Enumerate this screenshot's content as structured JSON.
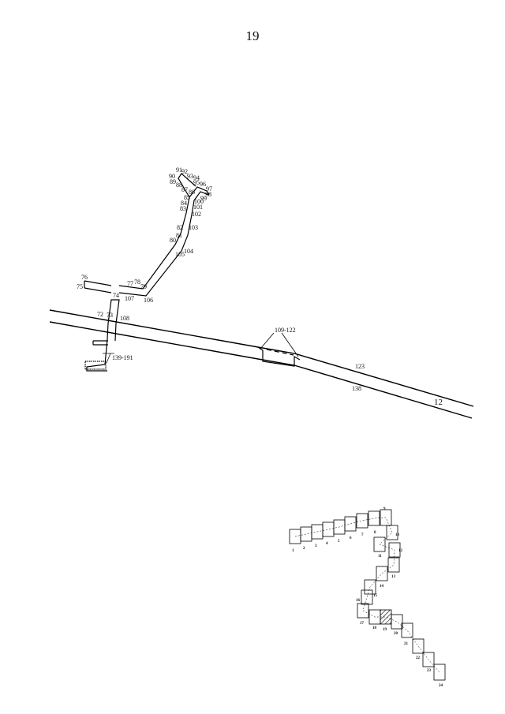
{
  "page": {
    "number": "19"
  },
  "plan": {
    "passage_labels": [
      "91",
      "92",
      "93",
      "94",
      "90",
      "89",
      "95",
      "96",
      "88",
      "87",
      "97",
      "86",
      "98",
      "85",
      "99",
      "100",
      "84",
      "101",
      "83",
      "102",
      "82",
      "103",
      "81",
      "80",
      "104",
      "105",
      "76",
      "77",
      "78",
      "79",
      "75",
      "74",
      "107",
      "106",
      "72",
      "73",
      "108"
    ],
    "bracket_labels": {
      "upper": "109-122",
      "lower": "139-191"
    },
    "tunnel_labels": [
      "123",
      "138"
    ],
    "tunnel_number": "12"
  },
  "blocks": {
    "labels": [
      "1",
      "2",
      "3",
      "4",
      "5",
      "6",
      "7",
      "8",
      "9",
      "10",
      "11",
      "12",
      "13",
      "14",
      "15",
      "16",
      "17",
      "18",
      "19",
      "20",
      "21",
      "22",
      "23",
      "24"
    ],
    "highlighted": "19"
  }
}
